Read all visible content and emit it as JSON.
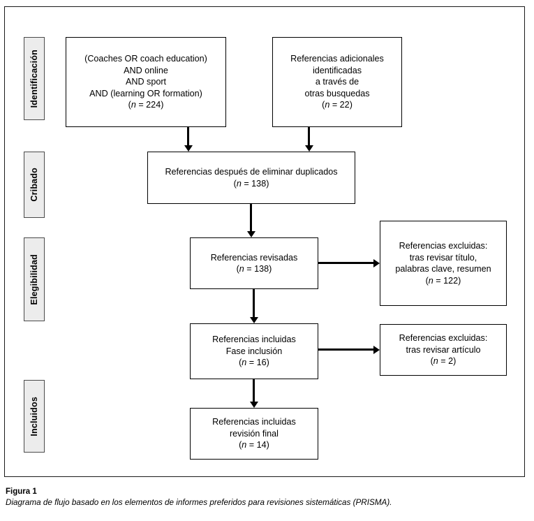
{
  "figure": {
    "caption_title": "Figura 1",
    "caption_description": "Diagrama de flujo basado en los elementos de informes preferidos para revisiones sistemáticas (PRISMA)."
  },
  "phases": [
    {
      "label": "Identificación"
    },
    {
      "label": "Cribado"
    },
    {
      "label": "Elegibilidad"
    },
    {
      "label": "Incluidos"
    }
  ],
  "boxes": {
    "search_query": {
      "text": "(Coaches OR coach education)\nAND online\nAND sport\nAND (learning OR formation)",
      "n_prefix": "(",
      "n_var": "n",
      "n_value": " = 224)"
    },
    "additional_records": {
      "text": "Referencias adicionales\nidentificadas\na través de\notras busquedas",
      "n_prefix": "(",
      "n_var": "n",
      "n_value": " = 22)"
    },
    "after_duplicates": {
      "text": "Referencias después de eliminar duplicados",
      "n_prefix": "(",
      "n_var": "n",
      "n_value": " = 138)"
    },
    "screened": {
      "text": "Referencias revisadas",
      "n_prefix": "(",
      "n_var": "n",
      "n_value": " = 138)"
    },
    "excluded_screening": {
      "text": "Referencias excluidas:\ntras revisar título,\npalabras clave, resumen",
      "n_prefix": "(",
      "n_var": "n",
      "n_value": " = 122)"
    },
    "included_phase": {
      "text": "Referencias incluidas\nFase inclusión",
      "n_prefix": "(",
      "n_var": "n",
      "n_value": " = 16)"
    },
    "excluded_fulltext": {
      "text": "Referencias excluidas:\ntras revisar artículo",
      "n_prefix": "(",
      "n_var": "n",
      "n_value": " = 2)"
    },
    "included_final": {
      "text": "Referencias incluidas\nrevisión final",
      "n_prefix": "(",
      "n_var": "n",
      "n_value": " = 14)"
    }
  },
  "colors": {
    "phase_fill": "#ececec",
    "phase_border": "#4a4a4a",
    "box_border": "#000000",
    "frame_border": "#1a1a1a",
    "text": "#000000"
  }
}
